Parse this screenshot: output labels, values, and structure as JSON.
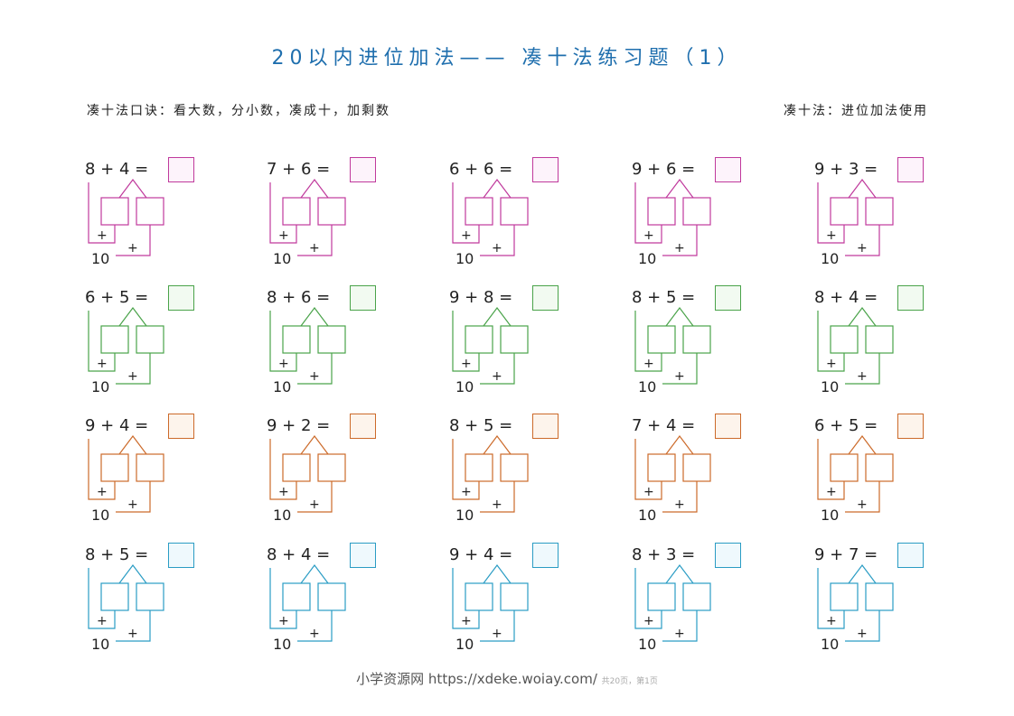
{
  "title": "20以内进位加法—— 凑十法练习题（1）",
  "rule_left": "凑十法口诀：看大数，分小数，凑成十，加剩数",
  "rule_right": "凑十法：进位加法使用",
  "footer": {
    "site": "小学资源网 https://xdeke.woiay.com/",
    "page_note": "共20页，第1页"
  },
  "labels": {
    "plus": "+",
    "equals": "=",
    "ten": "10"
  },
  "row_colors": [
    "#c0399c",
    "#4aa34a",
    "#cc6a2a",
    "#2a9cc4"
  ],
  "row_fills": [
    "#fdf3fb",
    "#f2faf1",
    "#fdf4ec",
    "#eff9fd"
  ],
  "rows": [
    {
      "problems": [
        {
          "a": "8",
          "b": "4"
        },
        {
          "a": "7",
          "b": "6"
        },
        {
          "a": "6",
          "b": "6"
        },
        {
          "a": "9",
          "b": "6"
        },
        {
          "a": "9",
          "b": "3"
        }
      ]
    },
    {
      "problems": [
        {
          "a": "6",
          "b": "5"
        },
        {
          "a": "8",
          "b": "6"
        },
        {
          "a": "9",
          "b": "8"
        },
        {
          "a": "8",
          "b": "5"
        },
        {
          "a": "8",
          "b": "4"
        }
      ]
    },
    {
      "problems": [
        {
          "a": "9",
          "b": "4"
        },
        {
          "a": "9",
          "b": "2"
        },
        {
          "a": "8",
          "b": "5"
        },
        {
          "a": "7",
          "b": "4"
        },
        {
          "a": "6",
          "b": "5"
        }
      ]
    },
    {
      "problems": [
        {
          "a": "8",
          "b": "5"
        },
        {
          "a": "8",
          "b": "4"
        },
        {
          "a": "9",
          "b": "4"
        },
        {
          "a": "8",
          "b": "3"
        },
        {
          "a": "9",
          "b": "7"
        }
      ]
    }
  ]
}
